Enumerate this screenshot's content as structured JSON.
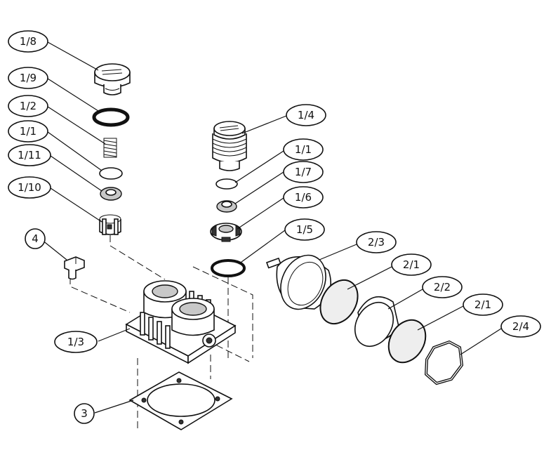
{
  "callouts": [
    {
      "id": "c-1-8",
      "label": "1/8"
    },
    {
      "id": "c-1-9",
      "label": "1/9"
    },
    {
      "id": "c-1-2",
      "label": "1/2"
    },
    {
      "id": "c-1-1a",
      "label": "1/1"
    },
    {
      "id": "c-1-11",
      "label": "1/11"
    },
    {
      "id": "c-1-10",
      "label": "1/10"
    },
    {
      "id": "c-4",
      "label": "4"
    },
    {
      "id": "c-1-3",
      "label": "1/3"
    },
    {
      "id": "c-3",
      "label": "3"
    },
    {
      "id": "c-1-4",
      "label": "1/4"
    },
    {
      "id": "c-1-1b",
      "label": "1/1"
    },
    {
      "id": "c-1-7",
      "label": "1/7"
    },
    {
      "id": "c-1-6",
      "label": "1/6"
    },
    {
      "id": "c-1-5",
      "label": "1/5"
    },
    {
      "id": "c-2-3",
      "label": "2/3"
    },
    {
      "id": "c-2-1a",
      "label": "2/1"
    },
    {
      "id": "c-2-2",
      "label": "2/2"
    },
    {
      "id": "c-2-1b",
      "label": "2/1"
    },
    {
      "id": "c-2-4",
      "label": "2/4"
    }
  ]
}
